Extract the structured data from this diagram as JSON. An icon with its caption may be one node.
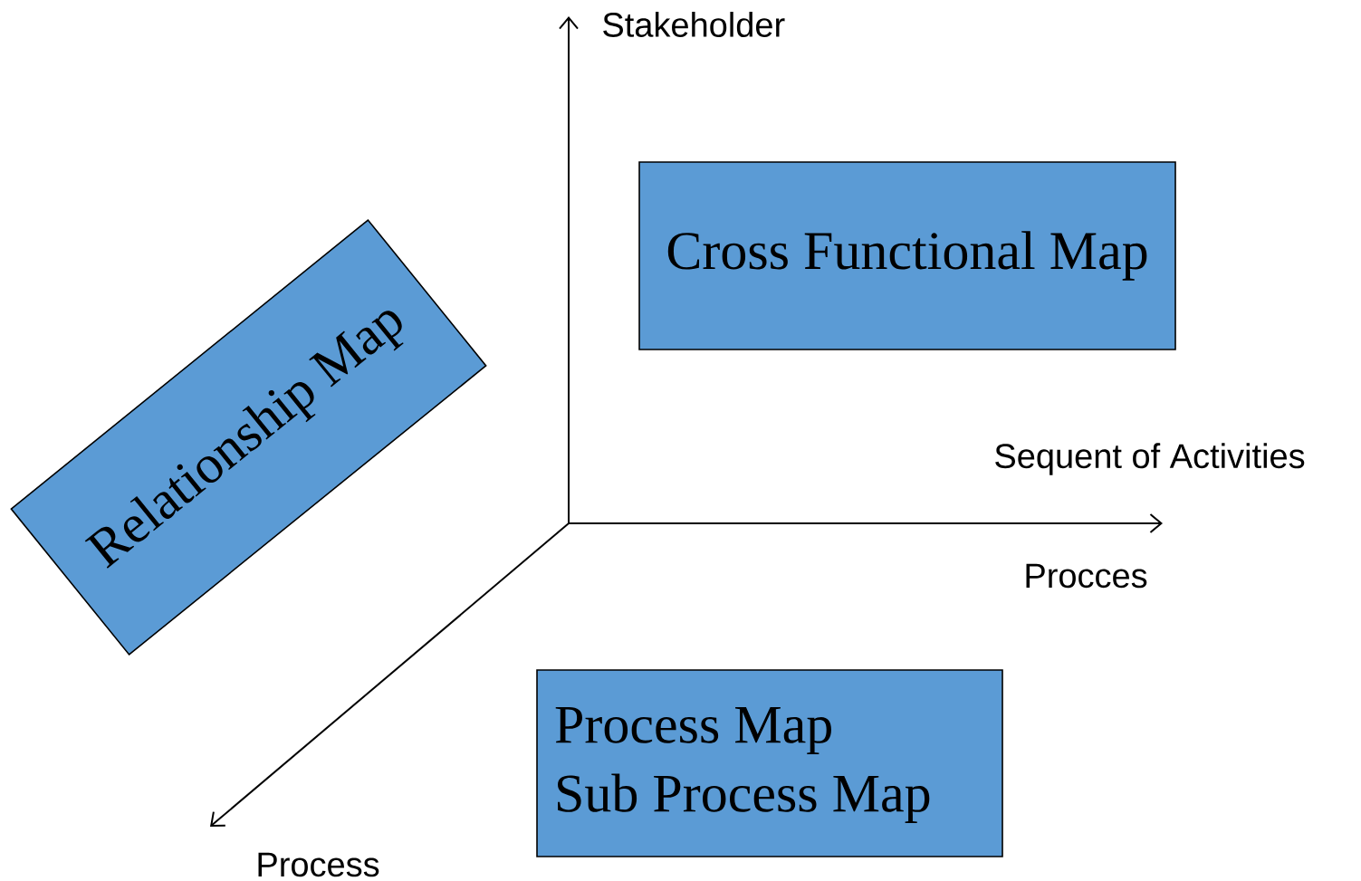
{
  "diagram": {
    "nodes": [
      {
        "text": [
          "Relationship Map"
        ]
      },
      {
        "text": [
          "Cross Functional Map"
        ]
      },
      {
        "text": [
          "Process Map",
          "Sub Process Map"
        ]
      }
    ],
    "labels": [
      "Stakeholder",
      "Sequent of Activities",
      "Procces",
      "Process"
    ]
  }
}
